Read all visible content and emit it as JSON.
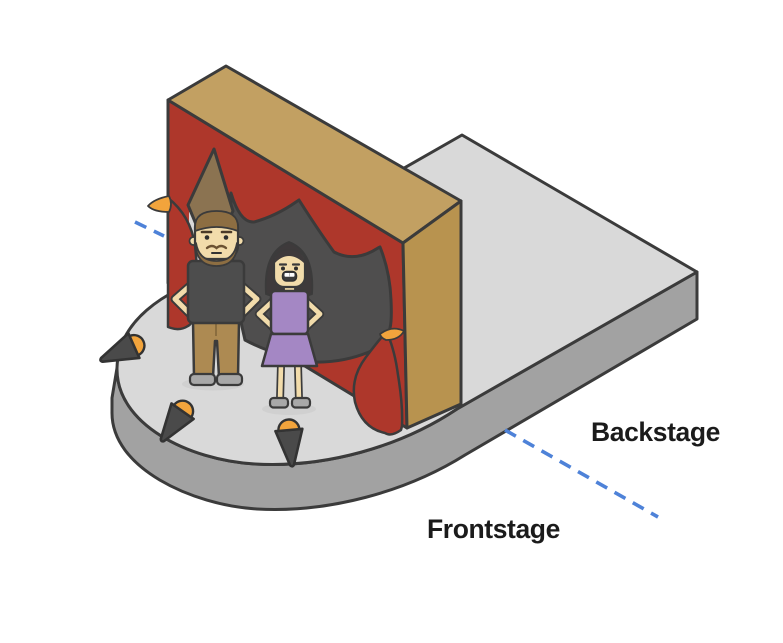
{
  "labels": {
    "backstage": "Backstage",
    "frontstage": "Frontstage"
  },
  "illustration": {
    "scene": "isometric-theater-stage",
    "elements": [
      "stage-platform",
      "curtain-wall",
      "curtain-opening",
      "man-character",
      "woman-character",
      "spotlight-left",
      "spotlight-middle",
      "spotlight-right",
      "frontstage-backstage-boundary-dashed-line"
    ]
  },
  "colors": {
    "background": "#ffffff",
    "floor_top": "#d9d9d9",
    "floor_side": "#a2a2a2",
    "outline": "#3b3b3b",
    "curtain_red": "#ae372b",
    "wood_top": "#c2a062",
    "wood_side": "#b8934f",
    "opening_dark": "#4f4e4e",
    "curtain_fold_brown": "#8b7351",
    "tieback_orange": "#f2a43c",
    "dash_blue": "#4e82d8",
    "label_text": "#1b1b1b",
    "skin": "#f2dcab",
    "man_hair": "#8d6e42",
    "man_shirt": "#4d4d4d",
    "man_pants": "#ad8a52",
    "woman_hair": "#3e3a3b",
    "woman_dress": "#a487c4",
    "shoes_gray": "#a8a8a8",
    "shadow": "#d0d0d0",
    "spot_body": "#4a4a4a"
  }
}
